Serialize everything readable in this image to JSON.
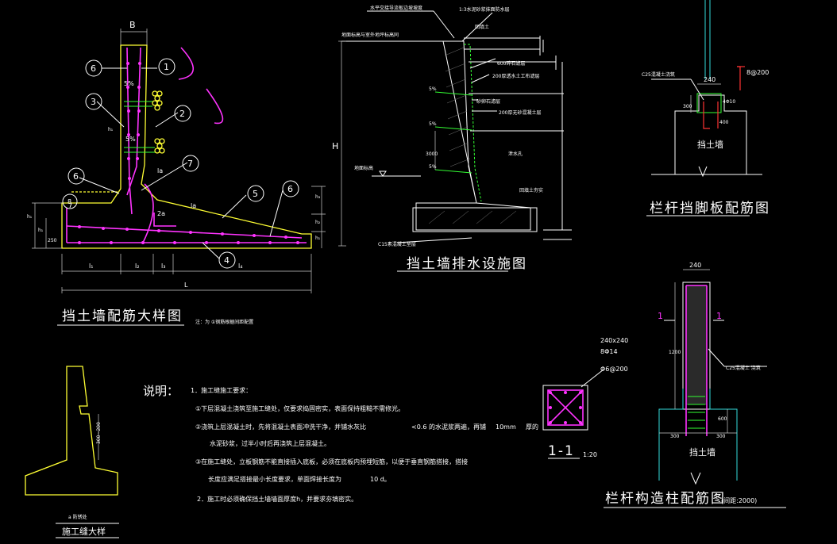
{
  "titles": {
    "rebar_detail": "挡土墙配筋大样图",
    "drainage": "挡土墙排水设施图",
    "toe_board": "栏杆挡脚板配筋图",
    "post": "栏杆构造柱配筋图",
    "post_spacing": "(间距:2000)",
    "joint": "施工缝大样",
    "section_1_1": "1-1",
    "section_scale": "1:20"
  },
  "notes": {
    "heading": "说明：",
    "item1": "1．施工缝施工要求：",
    "c1": "①下层混凝土浇筑至施工缝处，仅要求捣固密实，表面保持粗糙不需修光。",
    "c2a": "②浇筑上层混凝土时，先将混凝土表面冲洗干净，并铺水灰比",
    "c2b": "<0.6 的水泥浆两遍，再铺",
    "c2c": "10mm",
    "c2d": "厚的",
    "c2e": "水泥砂浆，过半小时后再浇筑上层混凝土。",
    "c3a": "③在施工缝处，立板钢筋不能直接插入底板，必须在底板内预埋短筋，以便于垂直钢筋搭接，搭接",
    "c3b": "长度应满足搭接最小长度要求，单面焊接长度为",
    "c3c": "10 d。",
    "item2": "2．施工时必须确保挡土墙墙面厚度h，并要求夯填密实。",
    "rebar_note": "注：为 ①钢筋根据间距配置"
  },
  "labels": {
    "B": "B",
    "L": "L",
    "H": "H",
    "l1": "l₁",
    "l2": "l₂",
    "l3": "l₃",
    "l4": "l₄",
    "h1": "h₁",
    "h2": "h₂",
    "h3": "h₃",
    "hh": "h₁",
    "slope": "5%",
    "slope2": "5%",
    "d250": "250",
    "la": "la",
    "la2": "la",
    "d2a": "2a",
    "n1": "1",
    "n2": "2",
    "n3": "3",
    "n4": "4",
    "n5": "5",
    "n6": "6",
    "n7": "7",
    "n8": "8",
    "drain_top": "水平交接导流板边坡坡度",
    "drain_top2": "1:3水泥砂浆抹面防水层",
    "drain_fill": "回填土",
    "drain_ground": "地面标高与室外地坪标高同",
    "drain_600": "600碎石滤层",
    "drain_200a": "200厚透水土工布滤层",
    "drain_200b": "200厚无砂混凝土层",
    "drain_gravel": "砂卵石滤层",
    "drain_slope1": "5%",
    "drain_slope2": "5%",
    "drain_slope3": "5%",
    "drain_3000": "3000",
    "drain_pipe": "泄水孔",
    "drain_water": "地面标高",
    "drain_c15": "C15素混凝土垫层",
    "drain_fill2": "回填土夯实",
    "toe_c25": "C25混凝土浇筑",
    "toe_240": "240",
    "toe_300": "300",
    "toe_phi": "4Φ10",
    "toe_400": "400",
    "toe_8": "8@200",
    "toe_wall": "挡土墙",
    "post_240": "240",
    "post_1200": "1200",
    "post_c25": "C25混凝土  浇筑",
    "post_600": "600",
    "post_300a": "300",
    "post_300b": "300",
    "post_wall": "挡土墙",
    "post_m1": "1",
    "post_m2": "1",
    "sec_size": "240x240",
    "sec_bars": "8Φ14",
    "sec_stir": "Φ6@200",
    "joint_dim": "300~200",
    "joint_a": "a 防锈处"
  }
}
